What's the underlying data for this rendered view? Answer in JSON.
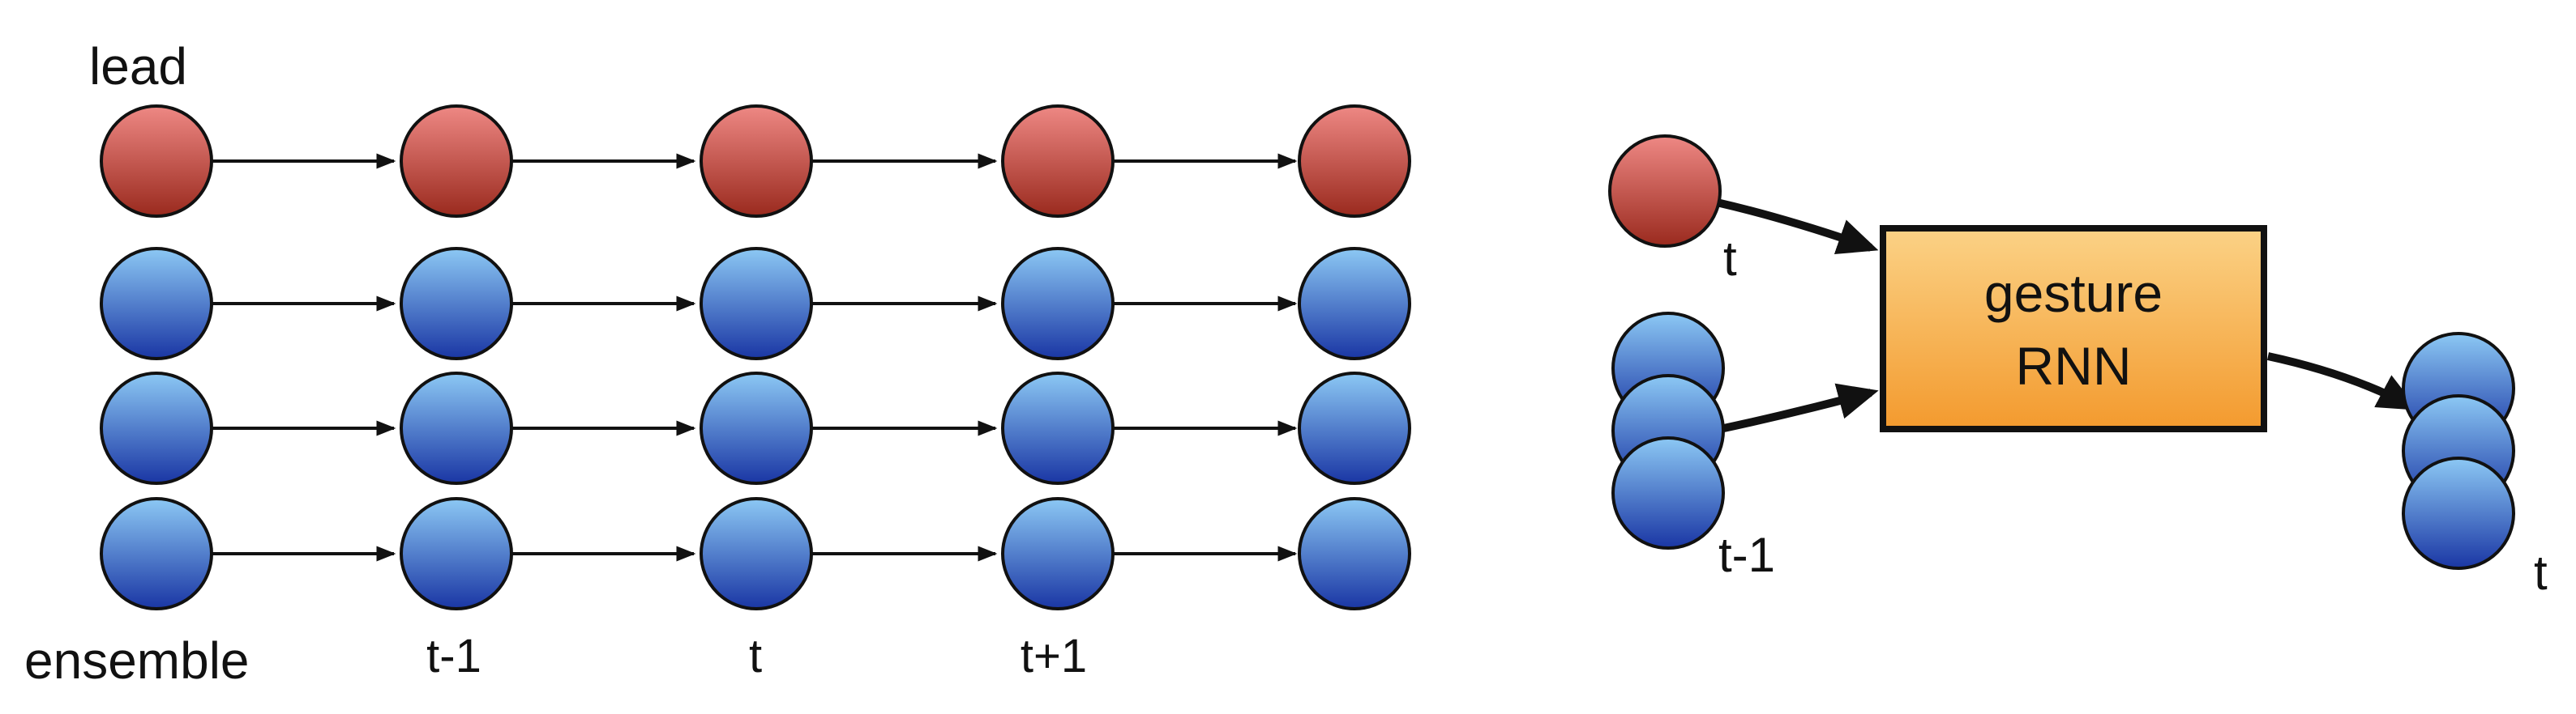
{
  "left_diagram": {
    "lead_label": "lead",
    "ensemble_label": "ensemble",
    "time_labels": [
      "t-1",
      "t",
      "t+1"
    ]
  },
  "right_diagram": {
    "lead_input_label": "t",
    "ensemble_input_label": "t-1",
    "box_line1": "gesture",
    "box_line2": "RNN",
    "output_label": "t"
  },
  "colors": {
    "lead_light": "#ee8884",
    "lead_dark": "#9a2a1e",
    "ensemble_light": "#8cc8f4",
    "ensemble_dark": "#1a36a4",
    "box_light": "#fbd286",
    "box_dark": "#f39a2e",
    "stroke": "#111111"
  }
}
